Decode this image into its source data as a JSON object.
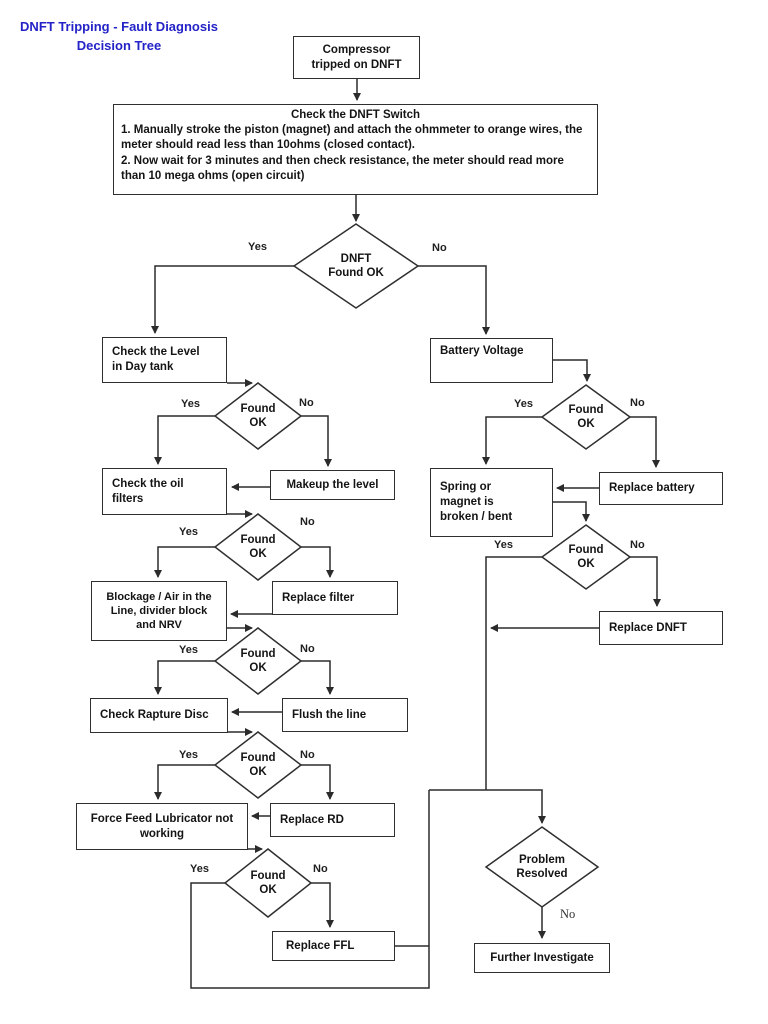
{
  "title": "DNFT Tripping - Fault Diagnosis\nDecision Tree",
  "labels": {
    "yes": "Yes",
    "no": "No"
  },
  "nodes": {
    "start": "Compressor\ntripped on DNFT",
    "check_switch_title": "Check the DNFT Switch",
    "check_switch_step1": "1. Manually stroke the piston (magnet) and attach the ohmmeter to orange wires, the meter should read less than 10ohms (closed contact).",
    "check_switch_step2": "2. Now wait for 3 minutes and then check resistance, the meter should read more than 10 mega ohms (open circuit)",
    "dnft_found_ok": "DNFT\nFound OK",
    "found_ok": "Found\nOK",
    "day_tank": "Check the Level\nin Day tank",
    "battery_voltage": "Battery Voltage",
    "oil_filters": "Check the oil\nfilters",
    "makeup_level": "Makeup the level",
    "blockage": "Blockage / Air in the\nLine, divider block\nand NRV",
    "replace_filter": "Replace filter",
    "rapture_disc": "Check Rapture Disc",
    "flush_line": "Flush the line",
    "ffl_not_working": "Force Feed Lubricator not\nworking",
    "replace_rd": "Replace RD",
    "replace_ffl": "Replace FFL",
    "spring_magnet": "Spring or\nmagnet is\nbroken / bent",
    "replace_battery": "Replace battery",
    "replace_dnft": "Replace DNFT",
    "problem_resolved": "Problem\nResolved",
    "further_investigate": "Further Investigate"
  }
}
